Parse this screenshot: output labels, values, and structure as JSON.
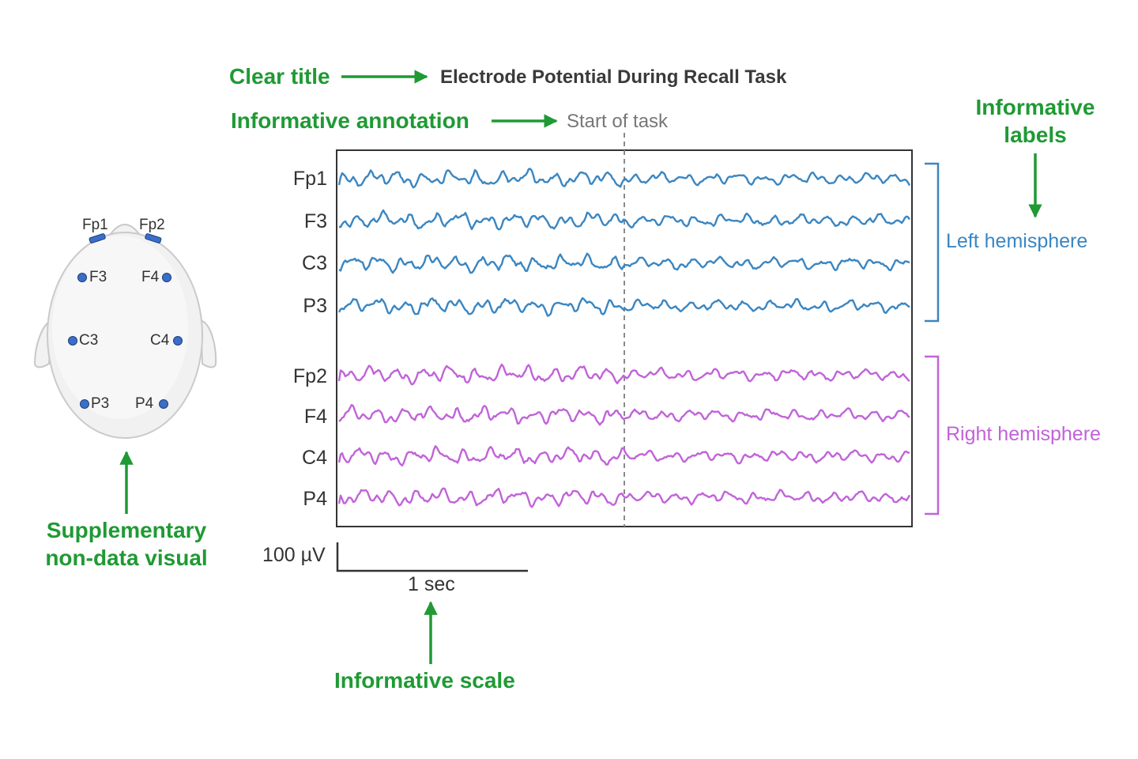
{
  "annotations": {
    "clear_title": "Clear title",
    "informative_annotation": "Informative annotation",
    "informative_labels_line1": "Informative",
    "informative_labels_line2": "labels",
    "supplementary_line1": "Supplementary",
    "supplementary_line2": "non-data visual",
    "informative_scale": "Informative scale",
    "accent_color": "#1f9a34"
  },
  "head_diagram": {
    "electrodes": [
      "Fp1",
      "Fp2",
      "F3",
      "F4",
      "C3",
      "C4",
      "P3",
      "P4"
    ],
    "electrode_color": "#3b6ec9"
  },
  "chart_data": {
    "type": "line",
    "title": "Electrode Potential During Recall Task",
    "xlabel": "",
    "ylabel": "",
    "annotation": {
      "label": "Start of task",
      "x_fraction": 0.5
    },
    "groups": [
      {
        "name": "Left hemisphere",
        "color": "#3a86c2",
        "channels": [
          "Fp1",
          "F3",
          "C3",
          "P3"
        ]
      },
      {
        "name": "Right hemisphere",
        "color": "#c163d9",
        "channels": [
          "Fp2",
          "F4",
          "C4",
          "P4"
        ]
      }
    ],
    "scale_bar": {
      "amplitude_label": "100 µV",
      "time_label": "1 sec"
    },
    "grid": false
  }
}
